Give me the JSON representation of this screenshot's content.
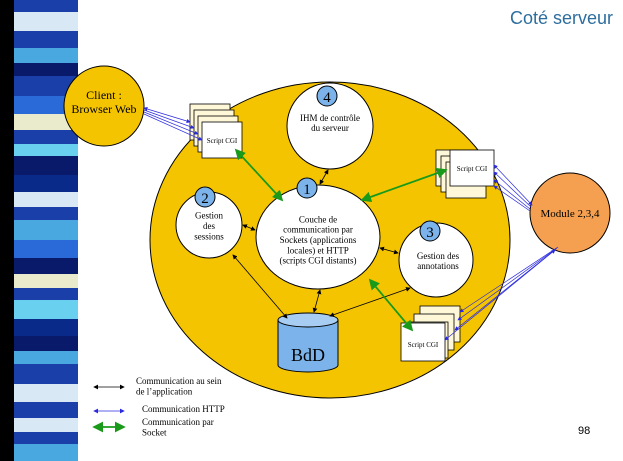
{
  "slide": {
    "title": "Coté serveur",
    "page_number": "98"
  },
  "nodes": {
    "client": "Client :\nBrowser Web",
    "module": "Module 2,3,4",
    "core": "Couche de\ncommunication par\nSockets (applications\nlocales) et HTTP\n(scripts CGI distants)",
    "core_number": "1",
    "sessions": "Gestion\ndes\nsessions",
    "sessions_number": "2",
    "annotations": "Gestion des\nannotations",
    "annotations_number": "3",
    "ihm": "IHM de contrôle\ndu serveur",
    "ihm_number": "4",
    "database": "BdD",
    "script_cgi_label": "Script CGI"
  },
  "legend": {
    "internal": "Communication au sein\nde l’application",
    "http": "Communication HTTP",
    "socket": "Communication par\nSocket"
  },
  "colors": {
    "app_circle": "#f5c400",
    "module_circle": "#f5a050",
    "number_badge": "#7bb3ea",
    "internal_arrow": "#000000",
    "http_arrow": "#2a2ae0",
    "socket_arrow": "#1a9a1a",
    "title": "#2e6e9e",
    "stripe": [
      "#1a3fa8",
      "#d9e8f5",
      "#4aa8e0",
      "#0a1a6a",
      "#2a6ad8",
      "#eaeacc",
      "#6ad0f0",
      "#0a2a8a"
    ]
  }
}
